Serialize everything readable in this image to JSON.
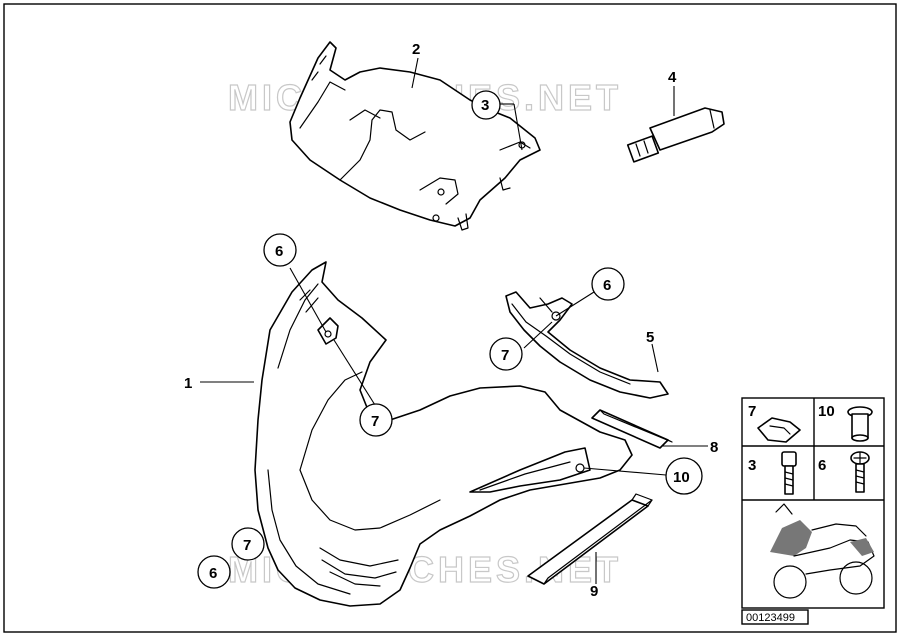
{
  "watermark": "MICROFICHES.NET",
  "diagram_ref": "00123499",
  "callouts": {
    "c1": "1",
    "c2": "2",
    "c3": "3",
    "c4": "4",
    "c5": "5",
    "c6a": "6",
    "c6b": "6",
    "c6c": "6",
    "c7a": "7",
    "c7b": "7",
    "c7c": "7",
    "c8": "8",
    "c9": "9",
    "c10": "10"
  },
  "legend": {
    "cell_7": "7",
    "cell_10": "10",
    "cell_3": "3",
    "cell_6": "6"
  }
}
